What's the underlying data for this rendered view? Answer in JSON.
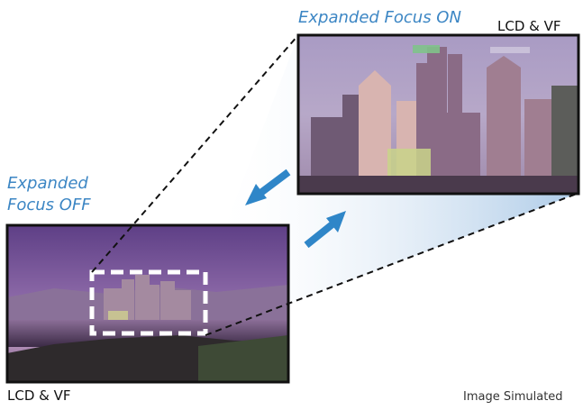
{
  "labels": {
    "expanded_on": "Expanded Focus ON",
    "expanded_off_line1": "Expanded",
    "expanded_off_line2": "Focus OFF",
    "lcd_vf_top": "LCD & VF",
    "lcd_vf_bottom": "LCD & VF",
    "simulated": "Image Simulated"
  },
  "screen_osd": {
    "line1": "■■ ■■■■■",
    "line2": "■■■■■■■ ■■"
  },
  "colors": {
    "accent_blue": "#3c86c4",
    "arrow_blue": "#2f86c8",
    "dashed_line": "#111111",
    "frame": "#111111",
    "sky_purple": "#7b5a9a",
    "sky_purple_light": "#a58bb8"
  },
  "icons": {
    "arrow_to_small": "arrow-down-left-icon",
    "arrow_to_large": "arrow-up-right-icon"
  }
}
